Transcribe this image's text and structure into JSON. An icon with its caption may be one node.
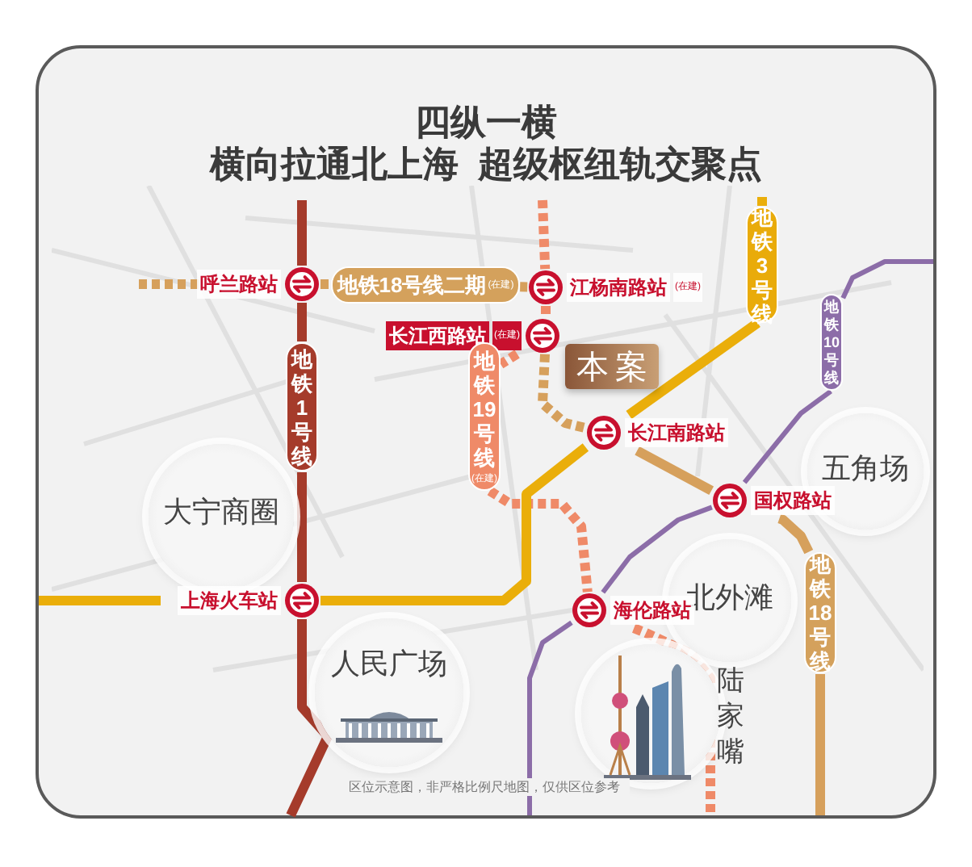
{
  "diagram": {
    "title": "四纵一横",
    "nodes": [
      {
        "text": [
          "本案"
        ]
      },
      {
        "text": [
          "呼兰路站"
        ]
      },
      {
        "text": [
          "江杨南路站",
          "(在建)"
        ]
      },
      {
        "text": [
          "长江西路站",
          "(在建)"
        ]
      },
      {
        "text": [
          "长江南路站"
        ]
      },
      {
        "text": [
          "国权路站"
        ]
      },
      {
        "text": [
          "上海火车站"
        ]
      },
      {
        "text": [
          "海伦路站"
        ]
      },
      {
        "text": [
          "地铁18号线二期",
          "(在建)"
        ]
      },
      {
        "text": [
          "地铁1号线"
        ]
      },
      {
        "text": [
          "地铁19号线",
          "(在建)"
        ]
      },
      {
        "text": [
          "地铁3号线"
        ]
      },
      {
        "text": [
          "地铁10号线"
        ]
      },
      {
        "text": [
          "地铁18号线"
        ]
      },
      {
        "text": [
          "大宁商圈"
        ]
      },
      {
        "text": [
          "五角场"
        ]
      },
      {
        "text": [
          "北外滩"
        ]
      },
      {
        "text": [
          "人民广场"
        ]
      },
      {
        "text": [
          "陆家嘴"
        ]
      }
    ],
    "edges": [
      {
        "from": null,
        "to": 1,
        "arrow": "none",
        "color": "#a53b2b"
      },
      {
        "from": 1,
        "to": 9,
        "arrow": "none",
        "color": "#a53b2b"
      },
      {
        "from": 9,
        "to": 6,
        "arrow": "none",
        "color": "#a53b2b"
      },
      {
        "from": 6,
        "to": null,
        "arrow": "none",
        "color": "#a53b2b"
      },
      {
        "from": null,
        "to": 1,
        "arrow": "none",
        "style": "dashed",
        "color": "#d6a05c"
      },
      {
        "from": 1,
        "to": 8,
        "arrow": "none",
        "style": "dashed",
        "color": "#d6a05c"
      },
      {
        "from": 8,
        "to": 2,
        "arrow": "none",
        "style": "dashed",
        "color": "#d6a05c"
      },
      {
        "from": null,
        "to": 2,
        "arrow": "none",
        "style": "dashed",
        "color": "#ef8a68"
      },
      {
        "from": 2,
        "to": 3,
        "arrow": "none",
        "style": "dashed",
        "color": "#ef8a68"
      },
      {
        "from": 3,
        "to": 10,
        "arrow": "none",
        "style": "dashed",
        "color": "#ef8a68"
      },
      {
        "from": 10,
        "to": 7,
        "arrow": "none",
        "style": "dashed",
        "color": "#ef8a68"
      },
      {
        "from": 7,
        "to": null,
        "arrow": "none",
        "style": "dashed",
        "color": "#ef8a68"
      },
      {
        "from": null,
        "to": 6,
        "arrow": "none",
        "color": "#eaae0a"
      },
      {
        "from": 6,
        "to": 4,
        "arrow": "none",
        "color": "#eaae0a"
      },
      {
        "from": 4,
        "to": 11,
        "arrow": "none",
        "color": "#eaae0a"
      },
      {
        "from": 11,
        "to": null,
        "arrow": "none",
        "color": "#eaae0a"
      },
      {
        "from": 3,
        "to": 4,
        "arrow": "none",
        "style": "dashed",
        "color": "#d6a05c"
      },
      {
        "from": 4,
        "to": 5,
        "arrow": "none",
        "color": "#d6a05c"
      },
      {
        "from": 5,
        "to": 13,
        "arrow": "none",
        "color": "#d6a05c"
      },
      {
        "from": 13,
        "to": null,
        "arrow": "none",
        "color": "#d6a05c"
      },
      {
        "from": null,
        "to": 12,
        "arrow": "none",
        "color": "#8c6da8"
      },
      {
        "from": 12,
        "to": 5,
        "arrow": "none",
        "color": "#8c6da8"
      },
      {
        "from": 5,
        "to": 7,
        "arrow": "none",
        "color": "#8c6da8"
      },
      {
        "from": 7,
        "to": null,
        "arrow": "none",
        "color": "#8c6da8"
      }
    ],
    "labels": [
      "横向拉通北上海  超级枢纽轨交聚点",
      "区位示意图，非严格比例尺地图，仅供区位参考"
    ]
  }
}
